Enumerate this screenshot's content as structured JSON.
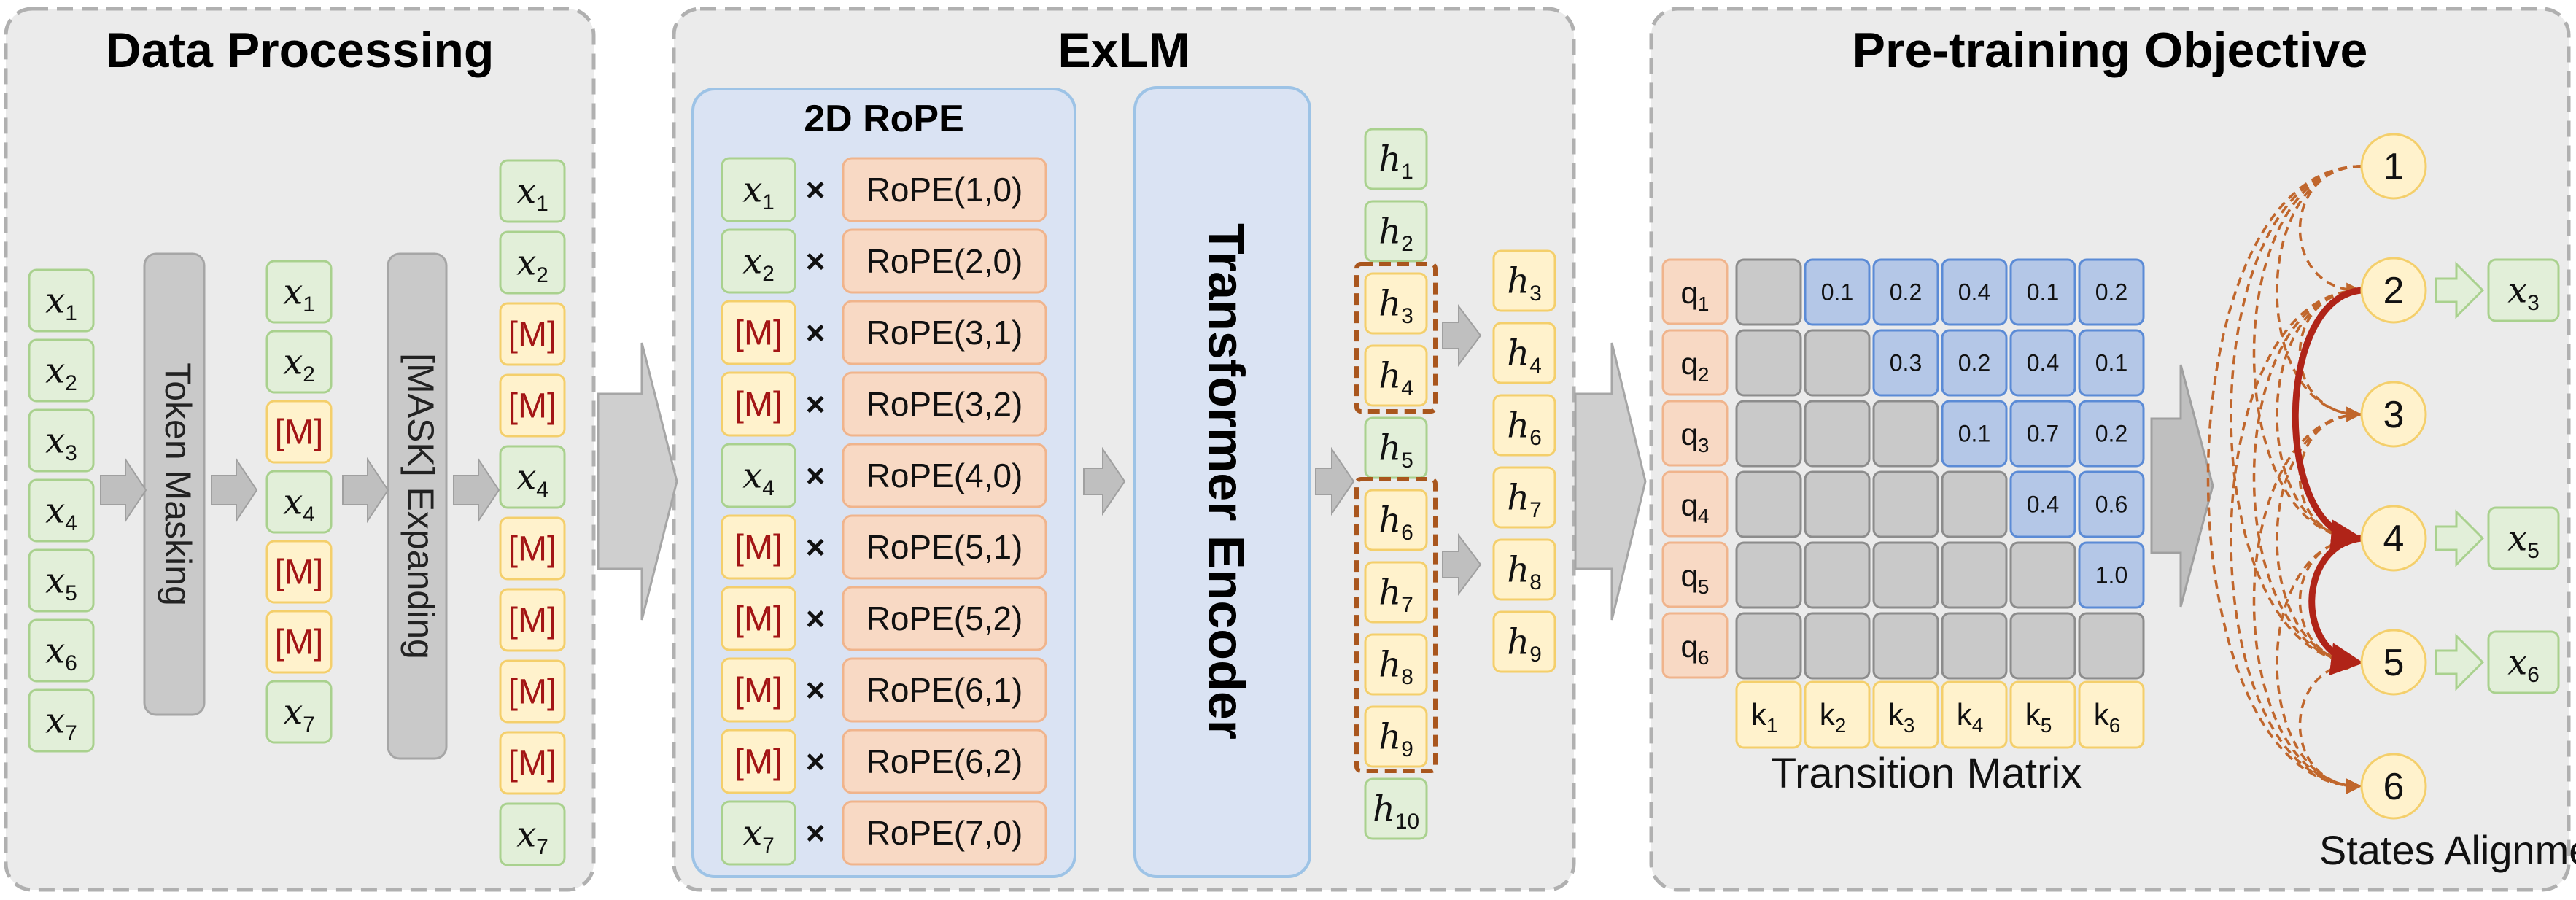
{
  "panels": {
    "data_processing": "Data Processing",
    "exlm": "ExLM",
    "objective": "Pre-training Objective"
  },
  "data_processing": {
    "input_tokens": [
      {
        "base": "x",
        "sub": "1"
      },
      {
        "base": "x",
        "sub": "2"
      },
      {
        "base": "x",
        "sub": "3"
      },
      {
        "base": "x",
        "sub": "4"
      },
      {
        "base": "x",
        "sub": "5"
      },
      {
        "base": "x",
        "sub": "6"
      },
      {
        "base": "x",
        "sub": "7"
      }
    ],
    "masking_label": "Token Masking",
    "masked_tokens": [
      {
        "base": "x",
        "sub": "1"
      },
      {
        "base": "x",
        "sub": "2"
      },
      {
        "base": "[M]",
        "sub": ""
      },
      {
        "base": "x",
        "sub": "4"
      },
      {
        "base": "[M]",
        "sub": ""
      },
      {
        "base": "[M]",
        "sub": ""
      },
      {
        "base": "x",
        "sub": "7"
      }
    ],
    "expanding_label": "[MASK] Expanding",
    "expanded_tokens": [
      {
        "base": "x",
        "sub": "1"
      },
      {
        "base": "x",
        "sub": "2"
      },
      {
        "base": "[M]",
        "sub": ""
      },
      {
        "base": "[M]",
        "sub": ""
      },
      {
        "base": "x",
        "sub": "4"
      },
      {
        "base": "[M]",
        "sub": ""
      },
      {
        "base": "[M]",
        "sub": ""
      },
      {
        "base": "[M]",
        "sub": ""
      },
      {
        "base": "[M]",
        "sub": ""
      },
      {
        "base": "x",
        "sub": "7"
      }
    ]
  },
  "exlm": {
    "rope_title": "2D RoPE",
    "times": "×",
    "rope_rows": [
      {
        "token": {
          "base": "x",
          "sub": "1"
        },
        "rope": "RoPE(1,0)"
      },
      {
        "token": {
          "base": "x",
          "sub": "2"
        },
        "rope": "RoPE(2,0)"
      },
      {
        "token": {
          "base": "[M]",
          "sub": ""
        },
        "rope": "RoPE(3,1)"
      },
      {
        "token": {
          "base": "[M]",
          "sub": ""
        },
        "rope": "RoPE(3,2)"
      },
      {
        "token": {
          "base": "x",
          "sub": "4"
        },
        "rope": "RoPE(4,0)"
      },
      {
        "token": {
          "base": "[M]",
          "sub": ""
        },
        "rope": "RoPE(5,1)"
      },
      {
        "token": {
          "base": "[M]",
          "sub": ""
        },
        "rope": "RoPE(5,2)"
      },
      {
        "token": {
          "base": "[M]",
          "sub": ""
        },
        "rope": "RoPE(6,1)"
      },
      {
        "token": {
          "base": "[M]",
          "sub": ""
        },
        "rope": "RoPE(6,2)"
      },
      {
        "token": {
          "base": "x",
          "sub": "7"
        },
        "rope": "RoPE(7,0)"
      }
    ],
    "encoder_label": "Transformer Encoder",
    "hidden_states": [
      {
        "base": "h",
        "sub": "1",
        "masked": false
      },
      {
        "base": "h",
        "sub": "2",
        "masked": false
      },
      {
        "base": "h",
        "sub": "3",
        "masked": true
      },
      {
        "base": "h",
        "sub": "4",
        "masked": true
      },
      {
        "base": "h",
        "sub": "5",
        "masked": false
      },
      {
        "base": "h",
        "sub": "6",
        "masked": true
      },
      {
        "base": "h",
        "sub": "7",
        "masked": true
      },
      {
        "base": "h",
        "sub": "8",
        "masked": true
      },
      {
        "base": "h",
        "sub": "9",
        "masked": true
      },
      {
        "base": "h",
        "sub": "10",
        "masked": false
      }
    ],
    "selected_states": [
      {
        "base": "h",
        "sub": "3"
      },
      {
        "base": "h",
        "sub": "4"
      },
      {
        "base": "h",
        "sub": "6"
      },
      {
        "base": "h",
        "sub": "7"
      },
      {
        "base": "h",
        "sub": "8"
      },
      {
        "base": "h",
        "sub": "9"
      }
    ]
  },
  "objective": {
    "queries": [
      {
        "base": "q",
        "sub": "1"
      },
      {
        "base": "q",
        "sub": "2"
      },
      {
        "base": "q",
        "sub": "3"
      },
      {
        "base": "q",
        "sub": "4"
      },
      {
        "base": "q",
        "sub": "5"
      },
      {
        "base": "q",
        "sub": "6"
      }
    ],
    "keys": [
      {
        "base": "k",
        "sub": "1"
      },
      {
        "base": "k",
        "sub": "2"
      },
      {
        "base": "k",
        "sub": "3"
      },
      {
        "base": "k",
        "sub": "4"
      },
      {
        "base": "k",
        "sub": "5"
      },
      {
        "base": "k",
        "sub": "6"
      }
    ],
    "matrix": [
      [
        "",
        "0.1",
        "0.2",
        "0.4",
        "0.1",
        "0.2"
      ],
      [
        "",
        "",
        "0.3",
        "0.2",
        "0.4",
        "0.1"
      ],
      [
        "",
        "",
        "",
        "0.1",
        "0.7",
        "0.2"
      ],
      [
        "",
        "",
        "",
        "",
        "0.4",
        "0.6"
      ],
      [
        "",
        "",
        "",
        "",
        "",
        "1.0"
      ],
      [
        "",
        "",
        "",
        "",
        "",
        ""
      ]
    ],
    "matrix_label": "Transition Matrix",
    "states": [
      "1",
      "2",
      "3",
      "4",
      "5",
      "6"
    ],
    "aligned": [
      {
        "state": "2",
        "target": {
          "base": "x",
          "sub": "3"
        }
      },
      {
        "state": "4",
        "target": {
          "base": "x",
          "sub": "5"
        }
      },
      {
        "state": "5",
        "target": {
          "base": "x",
          "sub": "6"
        }
      }
    ],
    "alignment_label": "States Alignment"
  },
  "colors": {
    "panel_bg": "#ebebeb",
    "panel_border": "#b0b0b0",
    "token_green": "#e2efd9",
    "token_green_border": "#a9d18e",
    "mask_yellow": "#fff2cc",
    "mask_yellow_border": "#f4cf6b",
    "mask_text": "#a31515",
    "rope_orange": "#f8d9c4",
    "rope_orange_border": "#f0b48c",
    "rope_bg": "#dae3f3",
    "rope_bg_border": "#9dc3e6",
    "matrix_blue": "#b4c7e7",
    "matrix_blue_border": "#5b8bd6",
    "matrix_gray": "#c9c9c9",
    "matrix_gray_border": "#8c8c8c",
    "dashed_frame": "#a9561d",
    "path_solid": "#b02418",
    "path_dashed": "#c0662c",
    "arrow_gray": "#bfbfbf"
  }
}
